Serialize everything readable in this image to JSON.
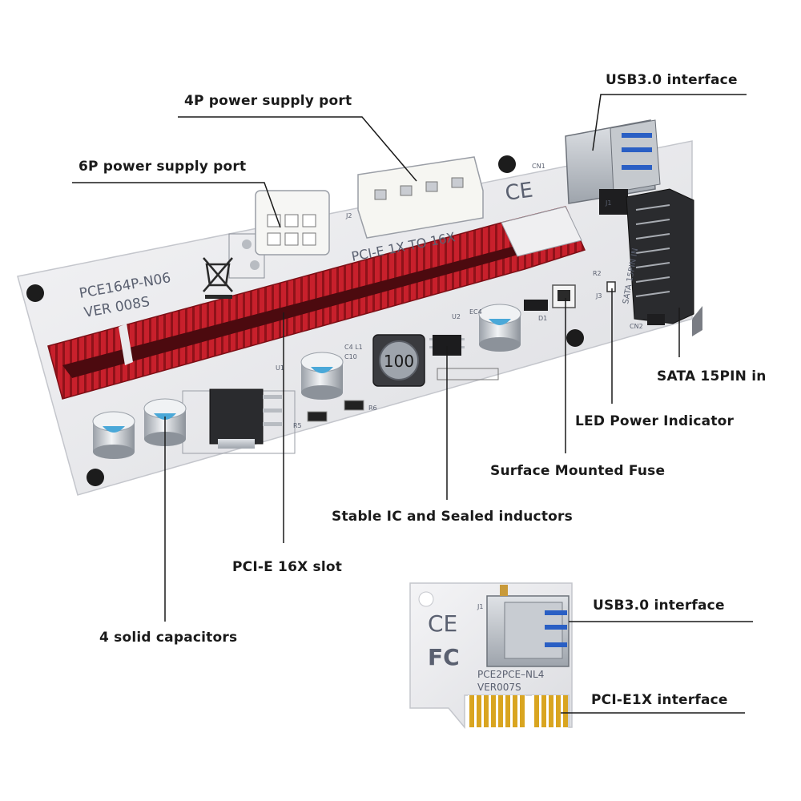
{
  "callouts": {
    "usb_top": "USB3.0 interface",
    "p4": "4P power supply port",
    "p6": "6P power supply port",
    "sata": "SATA 15PIN in",
    "led": "LED Power Indicator",
    "fuse": "Surface Mounted Fuse",
    "ic": "Stable IC and Sealed inductors",
    "pcie16": "PCI-E 16X slot",
    "caps": "4 solid capacitors",
    "usb_bottom": "USB3.0 interface",
    "pcie1": "PCI-E1X interface"
  },
  "board": {
    "model": "PCE164P-N06",
    "version": "VER 008S",
    "slot_text": "PCI-E 1X TO 16X",
    "inductor_value": "100",
    "sata_silk": "SATA 15PIN IN",
    "ce_mark": "CE",
    "cn1": "CN1",
    "cn2": "CN2",
    "j1": "J1",
    "j2": "J2",
    "j3": "J3",
    "u1": "U1",
    "u2": "U2",
    "ec4": "EC4",
    "d1": "D1",
    "r2": "R2",
    "r5": "R5",
    "r6": "R6",
    "c4l1": "C4  L1",
    "c10": "C10"
  },
  "adapter": {
    "model": "PCE2PCE–NL4",
    "version": "VER007S",
    "ce_mark": "CE",
    "fc_mark": "FC",
    "j1": "J1"
  },
  "colors": {
    "pcb": "#ececee",
    "slot_red": "#c8202c",
    "gold": "#d9a520",
    "usb_blue": "#2a5fc4",
    "cap_blue": "#4aa8d8"
  }
}
